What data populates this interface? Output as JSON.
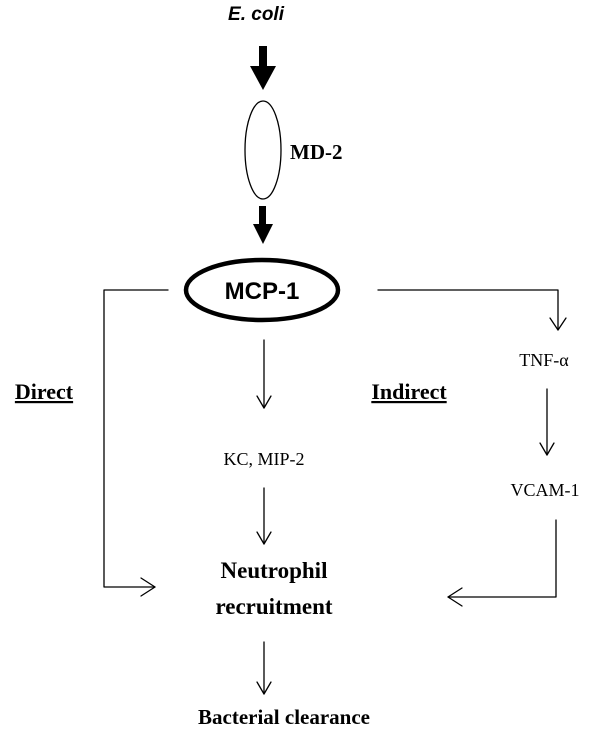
{
  "diagram": {
    "source": "E. coli",
    "receptor": "MD-2",
    "center": "MCP-1",
    "direct_label": "Direct",
    "indirect_label": "Indirect",
    "chemokines": "KC, MIP-2",
    "tnf": "TNF-α",
    "vcam": "VCAM-1",
    "neutrophil_line1": "Neutrophil",
    "neutrophil_line2": "recruitment",
    "outcome": "Bacterial clearance"
  }
}
